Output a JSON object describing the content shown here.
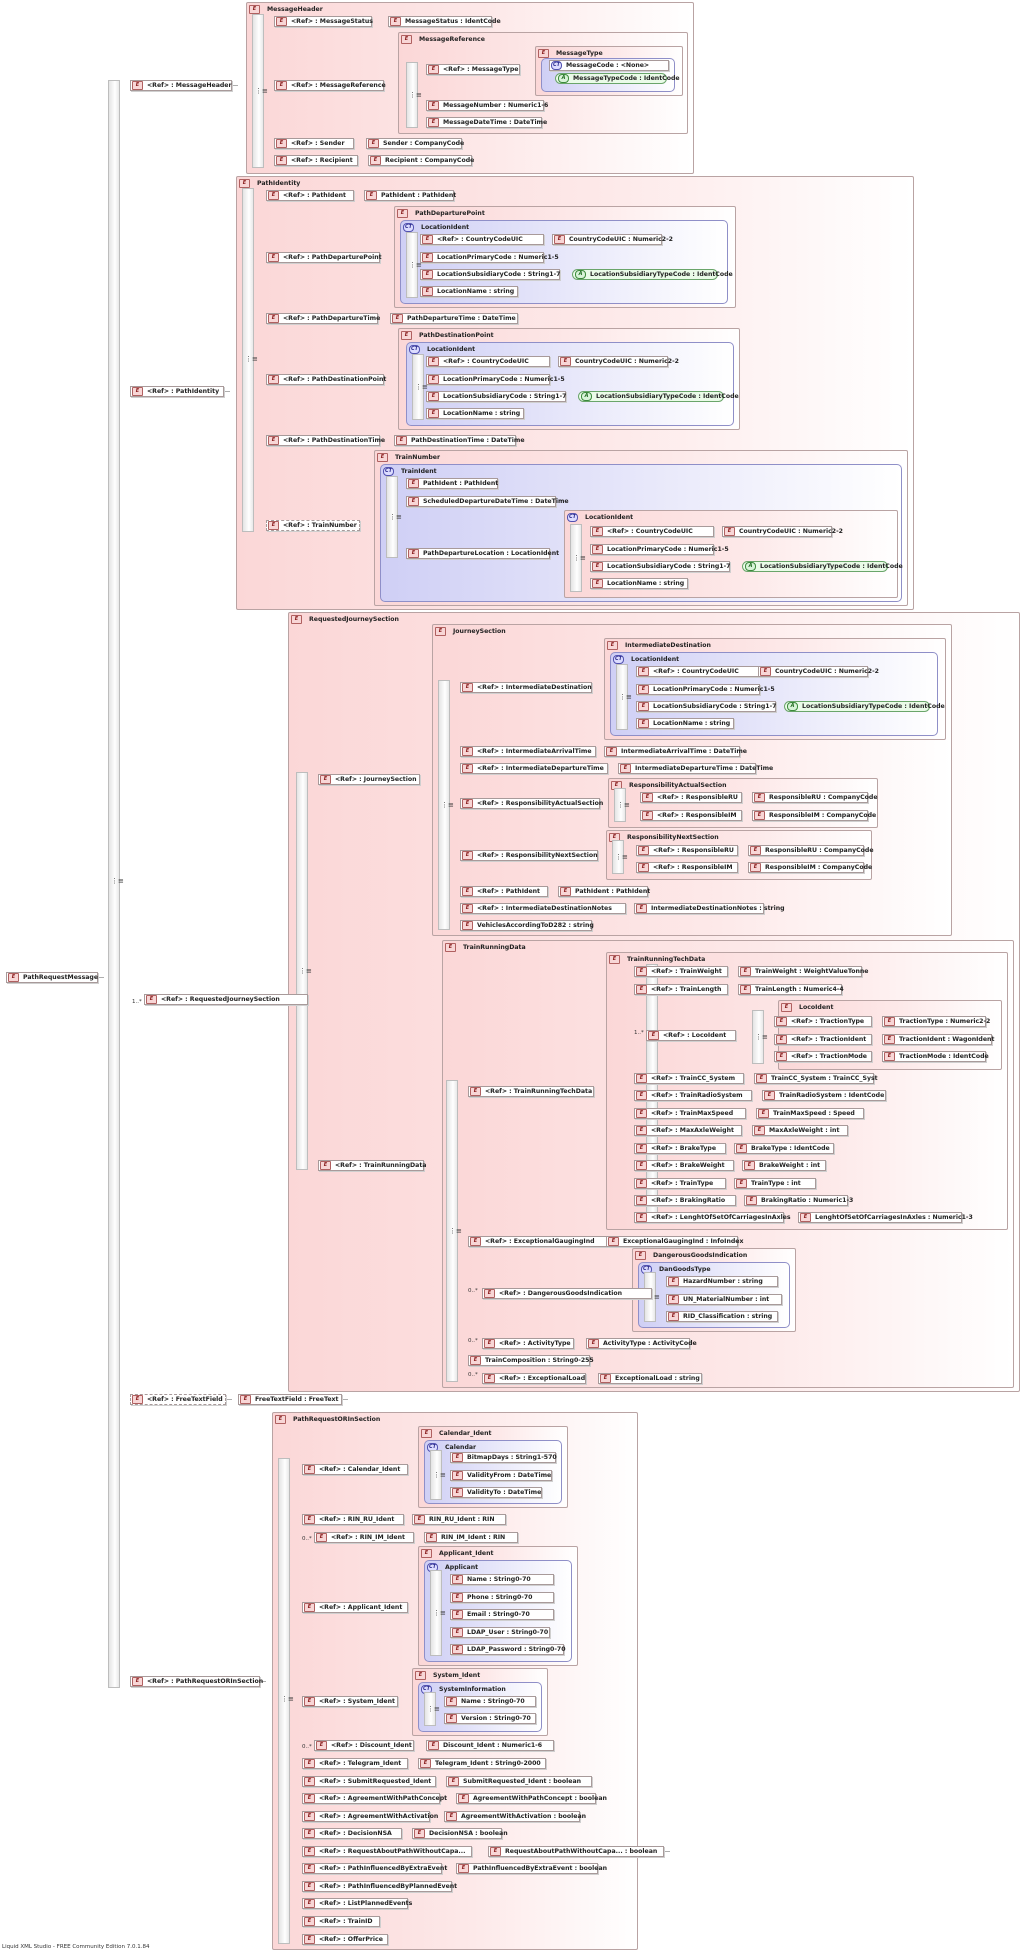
{
  "footer": "Liquid XML Studio - FREE Community Edition 7.0.1.84",
  "root": {
    "label": "PathRequestMessage"
  },
  "message_header": {
    "ref": "<Ref>   : MessageHeader",
    "group_title": "MessageHeader",
    "status_ref": "<Ref>   : MessageStatus",
    "status_type": "MessageStatus : IdentCode",
    "reference_ref": "<Ref>   : MessageReference",
    "reference_title": "MessageReference",
    "type_ref": "<Ref>   : MessageType",
    "type_title": "MessageType",
    "message_code": "MessageCode : <None>",
    "message_type_code": "MessageTypeCode : IdentCode",
    "message_number": "MessageNumber : Numeric1-6",
    "message_datetime": "MessageDateTime : DateTime",
    "sender_ref": "<Ref>   : Sender",
    "sender_type": "Sender   : CompanyCode",
    "recipient_ref": "<Ref>   : Recipient",
    "recipient_type": "Recipient : CompanyCode"
  },
  "path_identity": {
    "ref": "<Ref>   : PathIdentity",
    "group_title": "PathIdentity",
    "path_ident_ref": "<Ref>   : PathIdent",
    "path_ident_type": "PathIdent : PathIdent",
    "departure_point_ref": "<Ref>   : PathDeparturePoint",
    "departure_point_title": "PathDeparturePoint",
    "departure_time_ref": "<Ref>   : PathDepartureTime",
    "departure_time_type": "PathDepartureTime : DateTime",
    "destination_point_ref": "<Ref>   : PathDestinationPoint",
    "destination_point_title": "PathDestinationPoint",
    "destination_time_ref": "<Ref>   : PathDestinationTime",
    "destination_time_type": "PathDestinationTime : DateTime",
    "train_number_ref": "<Ref>   : TrainNumber",
    "train_number_title": "TrainNumber",
    "train_ident_title": "TrainIdent",
    "tn_path_ident": "PathIdent : PathIdent",
    "tn_scheduled": "ScheduledDepartureDateTime : DateTime",
    "tn_location": "PathDepartureLocation : LocationIdent"
  },
  "location_ident": {
    "title": "LocationIdent",
    "country_ref": "<Ref>   : CountryCodeUIC",
    "country_type": "CountryCodeUIC : Numeric2-2",
    "primary_code": "LocationPrimaryCode : Numeric1-5",
    "subsidiary_code": "LocationSubsidiaryCode : String1-7",
    "subsidiary_type": "LocationSubsidiaryTypeCode : IdentCode",
    "name": "LocationName : string"
  },
  "requested_journey": {
    "mult": "1..*",
    "ref": "<Ref>   : RequestedJourneySection",
    "group_title": "RequestedJourneySection",
    "journey_ref": "<Ref>   : JourneySection",
    "journey_title": "JourneySection",
    "inter_dest_ref": "<Ref>   : IntermediateDestination",
    "inter_dest_title": "IntermediateDestination",
    "inter_arr_ref": "<Ref>   : IntermediateArrivalTime",
    "inter_arr_type": "IntermediateArrivalTime : DateTime",
    "inter_dep_ref": "<Ref>   : IntermediateDepartureTime",
    "inter_dep_type": "IntermediateDepartureTime : DateTime",
    "resp_actual_ref": "<Ref>   : ResponsibilityActualSection",
    "resp_actual_title": "ResponsibilityActualSection",
    "resp_next_ref": "<Ref>   : ResponsibilityNextSection",
    "resp_next_title": "ResponsibilityNextSection",
    "resp_ru_ref": "<Ref>   : ResponsibleRU",
    "resp_ru_type": "ResponsibleRU : CompanyCode",
    "resp_im_ref": "<Ref>   : ResponsibleIM",
    "resp_im_type": "ResponsibleIM : CompanyCode",
    "js_path_ref": "<Ref>   : PathIdent",
    "js_path_type": "PathIdent : PathIdent",
    "notes_ref": "<Ref>   : IntermediateDestinationNotes",
    "notes_type": "IntermediateDestinationNotes : string",
    "vehicles": "VehiclesAccordingToD282 : string",
    "running_ref": "<Ref>   : TrainRunningData",
    "running_title": "TrainRunningData",
    "tech_ref": "<Ref>   : TrainRunningTechData",
    "tech_title": "TrainRunningTechData",
    "weight_ref": "<Ref>   : TrainWeight",
    "weight_type": "TrainWeight : WeightValueTonne",
    "length_ref": "<Ref>   : TrainLength",
    "length_type": "TrainLength : Numeric4-4",
    "loco_mult": "1..*",
    "loco_ref": "<Ref>   : LocoIdent",
    "loco_title": "LocoIdent",
    "traction_type_ref": "<Ref>   : TractionType",
    "traction_type": "TractionType : Numeric2-2",
    "traction_ident_ref": "<Ref>   : TractionIdent",
    "traction_ident": "TractionIdent : WagonIdent",
    "traction_mode_ref": "<Ref>   : TractionMode",
    "traction_mode": "TractionMode : IdentCode",
    "cc_ref": "<Ref>   : TrainCC_System",
    "cc_type": "TrainCC_System : TrainCC_Syst",
    "radio_ref": "<Ref>   : TrainRadioSystem",
    "radio_type": "TrainRadioSystem : IdentCode",
    "speed_ref": "<Ref>   : TrainMaxSpeed",
    "speed_type": "TrainMaxSpeed : Speed",
    "axle_ref": "<Ref>   : MaxAxleWeight",
    "axle_type": "MaxAxleWeight : int",
    "btype_ref": "<Ref>   : BrakeType",
    "btype_type": "BrakeType : IdentCode",
    "bweight_ref": "<Ref>   : BrakeWeight",
    "bweight_type": "BrakeWeight : int",
    "ttype_ref": "<Ref>   : TrainType",
    "ttype_type": "TrainType : int",
    "bratio_ref": "<Ref>   : BrakingRatio",
    "bratio_type": "BrakingRatio : Numeric1-3",
    "lset_ref": "<Ref>   : LenghtOfSetOfCarriagesInAxles",
    "lset_type": "LenghtOfSetOfCarriagesInAxles : Numeric1-3",
    "gauging_ref": "<Ref>   : ExceptionalGaugingInd",
    "gauging_type": "ExceptionalGaugingInd : InfoIndex",
    "dg_mult": "0..*",
    "dg_ref": "<Ref>   : DangerousGoodsIndication",
    "dg_title": "DangerousGoodsIndication",
    "dg_type_title": "DanGoodsType",
    "hazard": "HazardNumber : string",
    "un_material": "UN_MaterialNumber : int",
    "rid": "RID_Classification : string",
    "activity_mult": "0..*",
    "activity_ref": "<Ref>   : ActivityType",
    "activity_type": "ActivityType : ActivityCode",
    "composition": "TrainComposition : String0-255",
    "exload_mult": "0..*",
    "exload_ref": "<Ref>   : ExceptionalLoad",
    "exload_type": "ExceptionalLoad : string"
  },
  "free_text": {
    "ref": "<Ref>   : FreeTextField",
    "type": "FreeTextField : FreeText"
  },
  "rin": {
    "ref": "<Ref>   : PathRequestORInSection",
    "group_title": "PathRequestORInSection",
    "cal_ref": "<Ref>   : Calendar_Ident",
    "cal_title": "Calendar_Ident",
    "cal_ct": "Calendar",
    "bitmap": "BitmapDays : String1-570",
    "vfrom": "ValidityFrom  : DateTime",
    "vto": "ValidityTo : DateTime",
    "ru_ref": "<Ref>   : RIN_RU_Ident",
    "ru_type": "RIN_RU_Ident : RIN",
    "im_mult": "0..*",
    "im_ref": "<Ref>   : RIN_IM_Ident",
    "im_type": "RIN_IM_Ident : RIN",
    "app_ref": "<Ref>   : Applicant_Ident",
    "app_title": "Applicant_Ident",
    "app_ct": "Applicant",
    "app_name": "Name    : String0-70",
    "app_phone": "Phone    : String0-70",
    "app_email": "Email    : String0-70",
    "app_ldap_user": "LDAP_User : String0-70",
    "app_ldap_pw": "LDAP_Password : String0-70",
    "sys_ref": "<Ref>   : System_Ident",
    "sys_title": "System_Ident",
    "sys_ct": "SystemInformation",
    "sys_name": "Name    : String0-70",
    "sys_version": "Version  : String0-70",
    "disc_mult": "0..*",
    "disc_ref": "<Ref>   : Discount_Ident",
    "disc_type": "Discount_Ident : Numeric1-6",
    "tel_ref": "<Ref>   : Telegram_Ident",
    "tel_type": "Telegram_Ident : String0-2000",
    "submit_ref": "<Ref>   : SubmitRequested_Ident",
    "submit_type": "SubmitRequested_Ident : boolean",
    "agree_pc_ref": "<Ref>   : AgreementWithPathConcept",
    "agree_pc_type": "AgreementWithPathConcept : boolean",
    "agree_act_ref": "<Ref>   : AgreementWithActivation",
    "agree_act_type": "AgreementWithActivation : boolean",
    "dnsa_ref": "<Ref>   : DecisionNSA",
    "dnsa_type": "DecisionNSA : boolean",
    "reqcap_ref": "<Ref>   : RequestAboutPathWithoutCapa...",
    "reqcap_type": "RequestAboutPathWithoutCapa...  : boolean",
    "extra_ref": "<Ref>   : PathInfluencedByExtraEvent",
    "extra_type": "PathInfluencedByExtraEvent : boolean",
    "planned_ref": "<Ref>   : PathInfluencedByPlannedEvent",
    "list_planned_ref": "<Ref>   : ListPlannedEvents",
    "trainid_ref": "<Ref>   : TrainID",
    "offer_ref": "<Ref>   : OfferPrice"
  }
}
